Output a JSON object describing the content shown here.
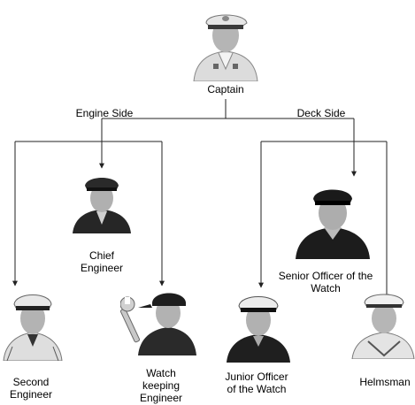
{
  "nodes": {
    "captain": {
      "label": "Captain",
      "icon": "captain-icon"
    },
    "chief_engineer": {
      "label_line1": "Chief",
      "label_line2": "Engineer",
      "icon": "chief-engineer-icon"
    },
    "senior_officer": {
      "label_line1": "Senior Officer of the",
      "label_line2": "Watch",
      "icon": "senior-officer-icon"
    },
    "second_engineer": {
      "label_line1": "Second",
      "label_line2": "Engineer",
      "icon": "second-engineer-icon"
    },
    "watch_keeping_engineer": {
      "label_line1": "Watch",
      "label_line2": "keeping",
      "label_line3": "Engineer",
      "icon": "watch-keeping-engineer-icon"
    },
    "junior_officer": {
      "label_line1": "Junior Officer",
      "label_line2": "of the Watch",
      "icon": "junior-officer-icon"
    },
    "helmsman": {
      "label": "Helmsman",
      "icon": "helmsman-icon"
    }
  },
  "branches": {
    "engine_side": "Engine Side",
    "deck_side": "Deck Side"
  },
  "colors": {
    "line": "#222222",
    "skin": "#b9b9b9",
    "uniform_dark": "#1e1e1e",
    "uniform_light": "#d9d9d9"
  }
}
